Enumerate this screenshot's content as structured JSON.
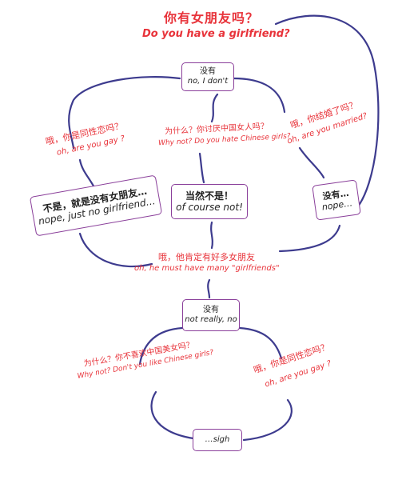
{
  "colors": {
    "question": "#e8333a",
    "answer": "#222222",
    "box_border": "#8a3f9a",
    "line": "#3d3b8e"
  },
  "top_question": {
    "zh": "你有女朋友吗？",
    "en": "Do you have a girlfriend?"
  },
  "box_first_no": {
    "zh": "没有",
    "en": "no, I don't"
  },
  "q_gay_left": {
    "zh": "哦，你是同性恋吗？",
    "en": "oh, are you gay ?"
  },
  "q_hate": {
    "zh": "为什么？你讨厌中国女人吗？",
    "en": "Why not? Do you hate Chinese girls?"
  },
  "q_married": {
    "zh": "哦，你结婚了吗？",
    "en": "oh, are you married?"
  },
  "box_just_no": {
    "zh": "不是，就是没有女朋友…",
    "en": "nope, just no girlfriend…"
  },
  "box_of_course": {
    "zh": "当然不是！",
    "en": "of course not!"
  },
  "box_nope": {
    "zh": "没有…",
    "en": "nope…"
  },
  "q_many": {
    "zh": "哦，他肯定有好多女朋友",
    "en": "oh, he must have many \"girlfriends\""
  },
  "box_not_really": {
    "zh": "没有",
    "en": "not really, no"
  },
  "q_dont_like": {
    "zh": "为什么？你不喜欢中国美女吗？",
    "en": "Why not? Don't you like Chinese girls?"
  },
  "q_gay_right": {
    "zh": "哦，你是同性恋吗？",
    "en": "oh, are you gay ?"
  },
  "box_sigh": {
    "en": "…sigh"
  }
}
